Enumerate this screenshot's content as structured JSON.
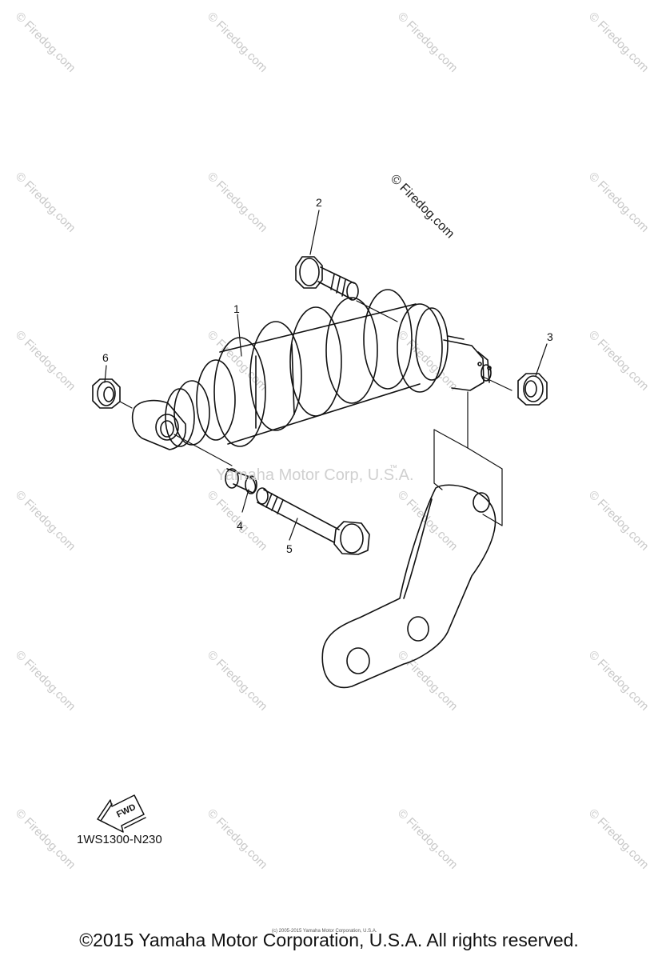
{
  "callouts": {
    "c1": "1",
    "c2": "2",
    "c3": "3",
    "c4": "4",
    "c5": "5",
    "c6": "6"
  },
  "watermark": {
    "diagonal_text": "© Firedog.com",
    "center_text": "Yamaha Motor Corp, U.S.A.",
    "tm": "™"
  },
  "fwd_label": "FWD",
  "diagram_code": "1WS1300-N230",
  "fineprint": "(c) 2005-2015 Yamaha Motor Corporation, U.S.A.",
  "copyright": "©2015 Yamaha Motor Corporation, U.S.A. All rights reserved."
}
